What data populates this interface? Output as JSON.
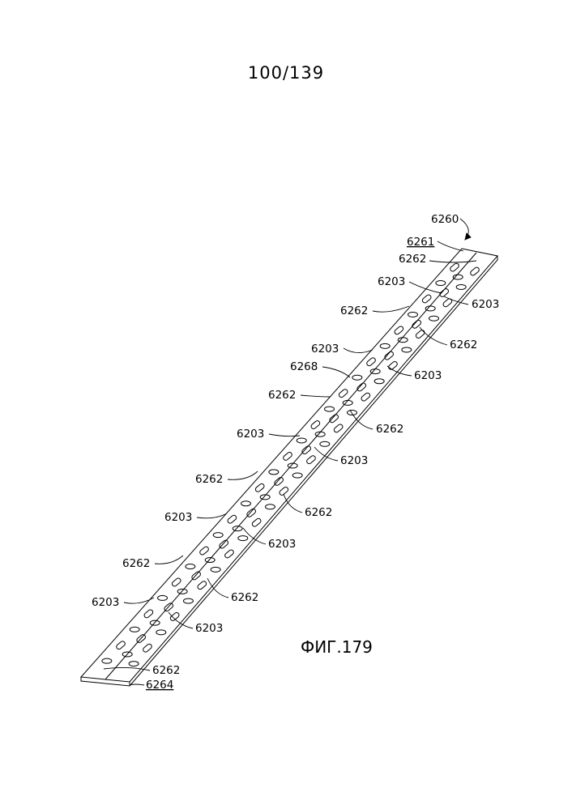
{
  "sheet": {
    "page_number": "100/139",
    "figure_label": "ФИГ.179"
  },
  "labels": {
    "l6260": "6260",
    "l6261": "6261",
    "l6264": "6264",
    "l6268": "6268",
    "l6262": "6262",
    "l6203": "6203"
  }
}
